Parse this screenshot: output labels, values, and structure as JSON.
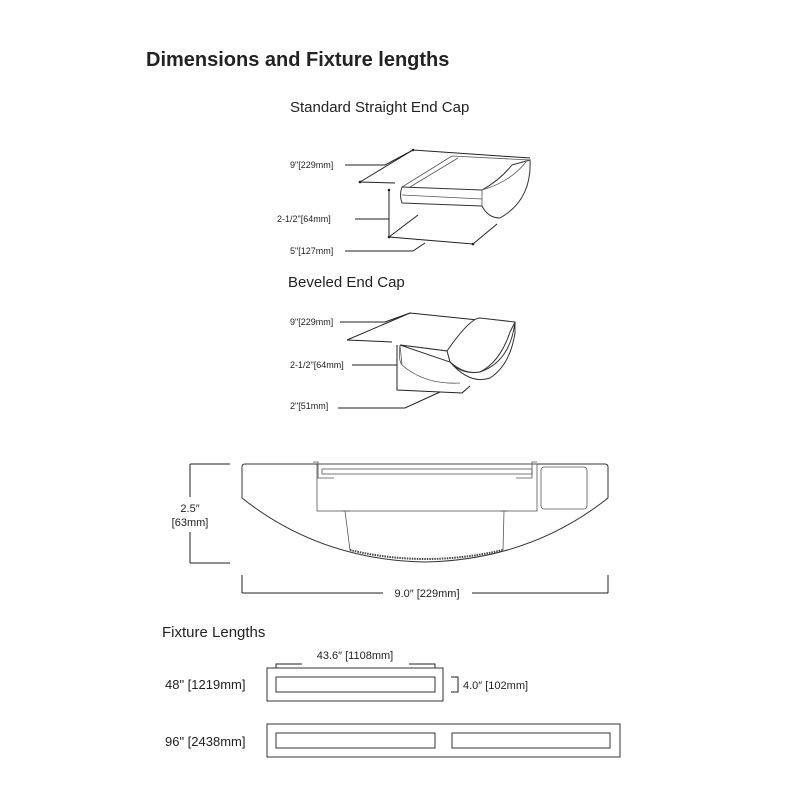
{
  "title": "Dimensions and Fixture lengths",
  "colors": {
    "title": "#f26a3a",
    "line": "#222222"
  },
  "straight_cap": {
    "heading": "Standard Straight End Cap",
    "length": "9\"[229mm]",
    "height": "2-1/2\"[64mm]",
    "depth": "5\"[127mm]"
  },
  "beveled_cap": {
    "heading": "Beveled End Cap",
    "length": "9\"[229mm]",
    "height": "2-1/2\"[64mm]",
    "depth": "2\"[51mm]"
  },
  "cross_section": {
    "height_in": "2.5″",
    "height_mm": "[63mm]",
    "width": "9.0″ [229mm]"
  },
  "fixture_lengths": {
    "heading": "Fixture Lengths",
    "lens_length": "43.6″ [1108mm]",
    "width": "4.0″ [102mm]",
    "rows": [
      {
        "label": "48\" [1219mm]"
      },
      {
        "label": "96\" [2438mm]"
      }
    ]
  }
}
